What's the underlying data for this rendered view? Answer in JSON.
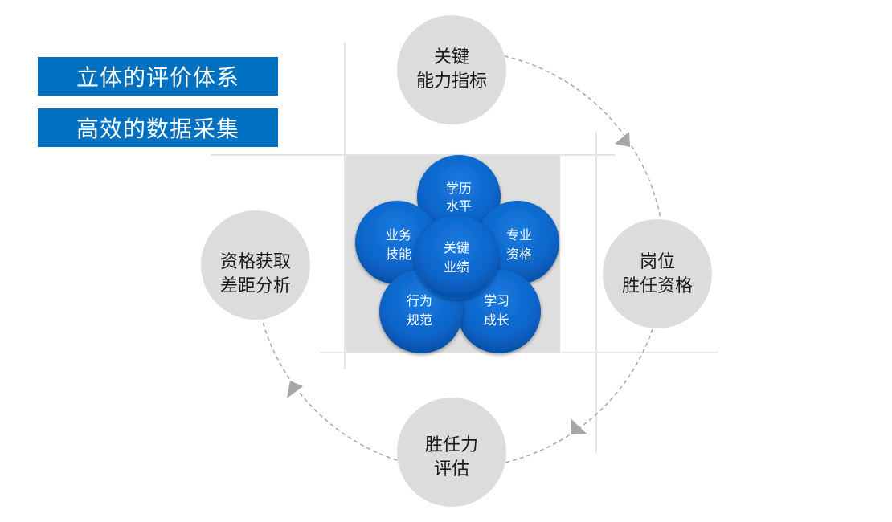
{
  "labels": [
    {
      "text": "立体的评价体系"
    },
    {
      "text": "高效的数据采集"
    }
  ],
  "cycle_nodes": [
    {
      "name": "key-ability",
      "lines": [
        "关键",
        "能力指标"
      ]
    },
    {
      "name": "post-qualification",
      "lines": [
        "岗位",
        "胜任资格"
      ]
    },
    {
      "name": "competency-assessment",
      "lines": [
        "胜任力",
        "评估"
      ]
    },
    {
      "name": "gap-analysis",
      "lines": [
        "资格获取",
        "差距分析"
      ]
    }
  ],
  "petals": [
    {
      "name": "education",
      "lines": [
        "学历",
        "水平"
      ]
    },
    {
      "name": "business-skills",
      "lines": [
        "业务",
        "技能"
      ]
    },
    {
      "name": "professional-qualification",
      "lines": [
        "专业",
        "资格"
      ]
    },
    {
      "name": "behavior",
      "lines": [
        "行为",
        "规范"
      ]
    },
    {
      "name": "learning-growth",
      "lines": [
        "学习",
        "成长"
      ]
    }
  ],
  "center": {
    "name": "key-performance",
    "lines": [
      "关键",
      "业绩"
    ]
  },
  "colors": {
    "accent_blue": "#0070c0",
    "petal_blue": "#0a64c8",
    "node_gray": "#dcdcdc",
    "grid_line": "#e4e4e4",
    "panel_gray": "#dedede",
    "arrow_gray": "#a6a6a6"
  }
}
